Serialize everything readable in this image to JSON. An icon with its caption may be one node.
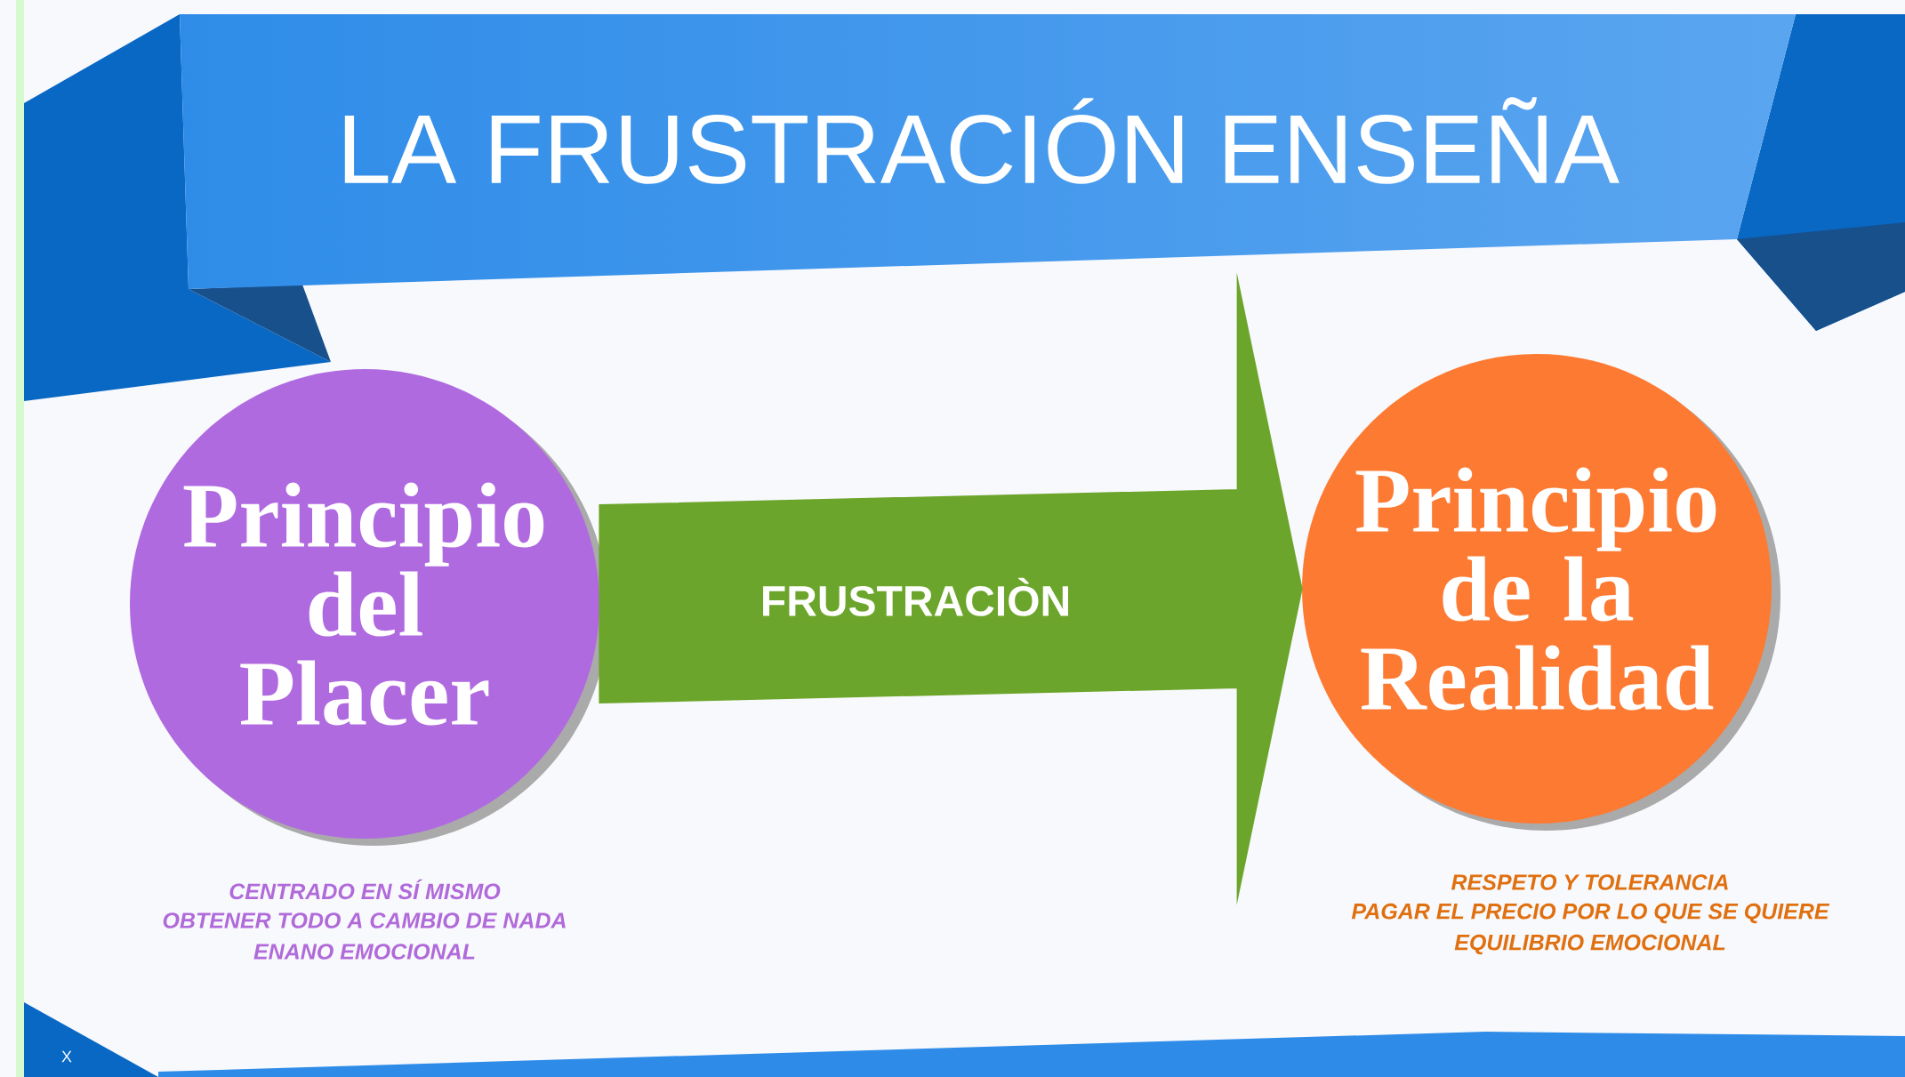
{
  "diagram": {
    "title": "LA FRUSTRACIÓN ENSEÑA",
    "nodes": [
      {
        "text": [
          "Principio del Placer"
        ],
        "beside": [
          "CENTRADO EN SÍ MISMO",
          "OBTENER TODO A CAMBIO DE NADA",
          "ENANO EMOCIONAL"
        ]
      },
      {
        "text": [
          "Principio de la Realidad"
        ],
        "beside": [
          "RESPETO Y TOLERANCIA",
          "PAGAR EL PRECIO POR LO QUE SE QUIERE",
          "EQUILIBRIO EMOCIONAL"
        ]
      }
    ],
    "edges": [
      {
        "from": 0,
        "to": 1,
        "arrow": "to",
        "label": "FRUSTRACIÒN"
      }
    ],
    "labels": [
      "X"
    ]
  }
}
